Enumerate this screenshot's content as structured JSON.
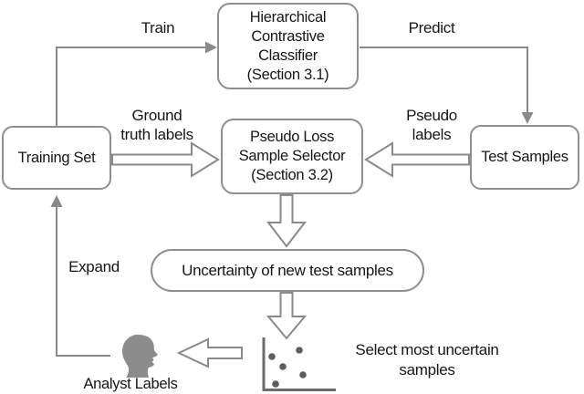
{
  "figure": {
    "nodes": {
      "classifier": {
        "lines": [
          "Hierarchical",
          "Contrastive",
          "Classifier",
          "(Section 3.1)"
        ]
      },
      "training_set": {
        "label": "Training Set"
      },
      "selector": {
        "lines": [
          "Pseudo Loss",
          "Sample Selector",
          "(Section 3.2)"
        ]
      },
      "test_samples": {
        "label": "Test Samples"
      },
      "uncertainty": {
        "label": "Uncertainty of new test samples"
      }
    },
    "edges": {
      "train": {
        "label": "Train"
      },
      "predict": {
        "label": "Predict"
      },
      "ground_truth": {
        "lines": [
          "Ground",
          "truth labels"
        ]
      },
      "pseudo_labels": {
        "lines": [
          "Pseudo",
          "labels"
        ]
      },
      "expand": {
        "label": "Expand"
      }
    },
    "annotations": {
      "analyst_labels": {
        "label": "Analyst Labels"
      },
      "select_most_uncertain": {
        "lines": [
          "Select most uncertain",
          "samples"
        ]
      }
    },
    "icons": {
      "analyst_head": "head-silhouette-profile",
      "scatter_plot": "scatter-plot-axes-with-dots"
    },
    "colors": {
      "arrow": "#8a8a8a",
      "node_border": "#8f8f8f",
      "text": "#161616",
      "head_fill": "#8c8c8c",
      "scatter_dot": "#5e5e5e",
      "scatter_axis": "#6b6b6b",
      "background": "#ffffff"
    },
    "scatter": {
      "points": [
        [
          298,
          391
        ],
        [
          328,
          384
        ],
        [
          310,
          402
        ],
        [
          332,
          411
        ],
        [
          302,
          421
        ]
      ],
      "dot_radius": 3.8
    }
  }
}
